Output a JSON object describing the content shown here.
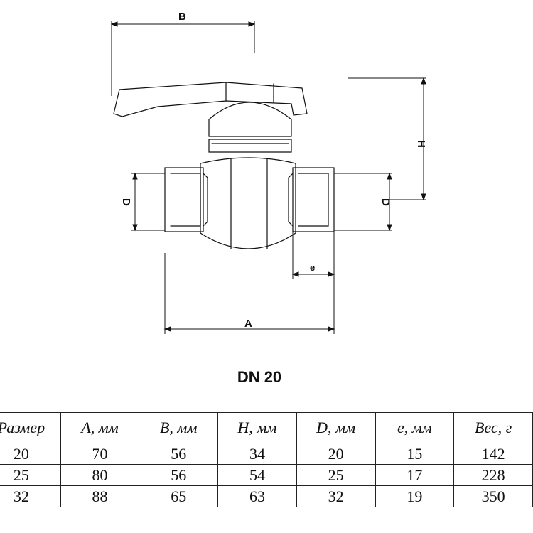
{
  "drawing": {
    "labels": {
      "b": "B",
      "h": "H",
      "d": "D",
      "e": "e",
      "a": "A"
    }
  },
  "caption": "DN 20",
  "table": {
    "headers": [
      "Размер",
      "A, мм",
      "B, мм",
      "H, мм",
      "D, мм",
      "e, мм",
      "Вес, г"
    ],
    "rows": [
      [
        "20",
        "70",
        "56",
        "34",
        "20",
        "15",
        "142"
      ],
      [
        "25",
        "80",
        "56",
        "54",
        "25",
        "17",
        "228"
      ],
      [
        "32",
        "88",
        "65",
        "63",
        "32",
        "19",
        "350"
      ]
    ]
  }
}
